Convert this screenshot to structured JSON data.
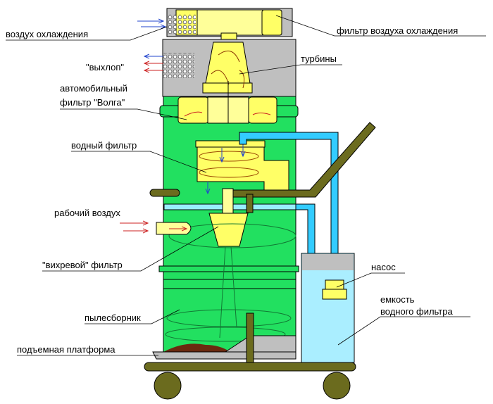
{
  "labels": {
    "cooling_air": "воздух охлаждения",
    "cooling_air_filter": "фильтр воздуха охлаждения",
    "exhaust": "\"выхлоп\"",
    "turbines": "турбины",
    "car_filter_line1": "автомобильный",
    "car_filter_line2": "фильтр \"Волга\"",
    "water_filter": "водный фильтр",
    "working_air": "рабочий воздух",
    "vortex_filter": "\"вихревой\" фильтр",
    "pump": "насос",
    "dust_collector": "пылесборник",
    "tank_line1": "емкость",
    "tank_line2": "водного фильтра",
    "lift_platform": "подъемная платформа"
  },
  "colors": {
    "body_green": "#22e060",
    "filter_yellow": "#ffff66",
    "housing_gray": "#bfbfbf",
    "water_blue": "#aaeeff",
    "pipe_blue": "#33ccff",
    "frame_olive": "#6b6b1e",
    "air_red": "#cc2222",
    "air_blue": "#2244cc"
  }
}
